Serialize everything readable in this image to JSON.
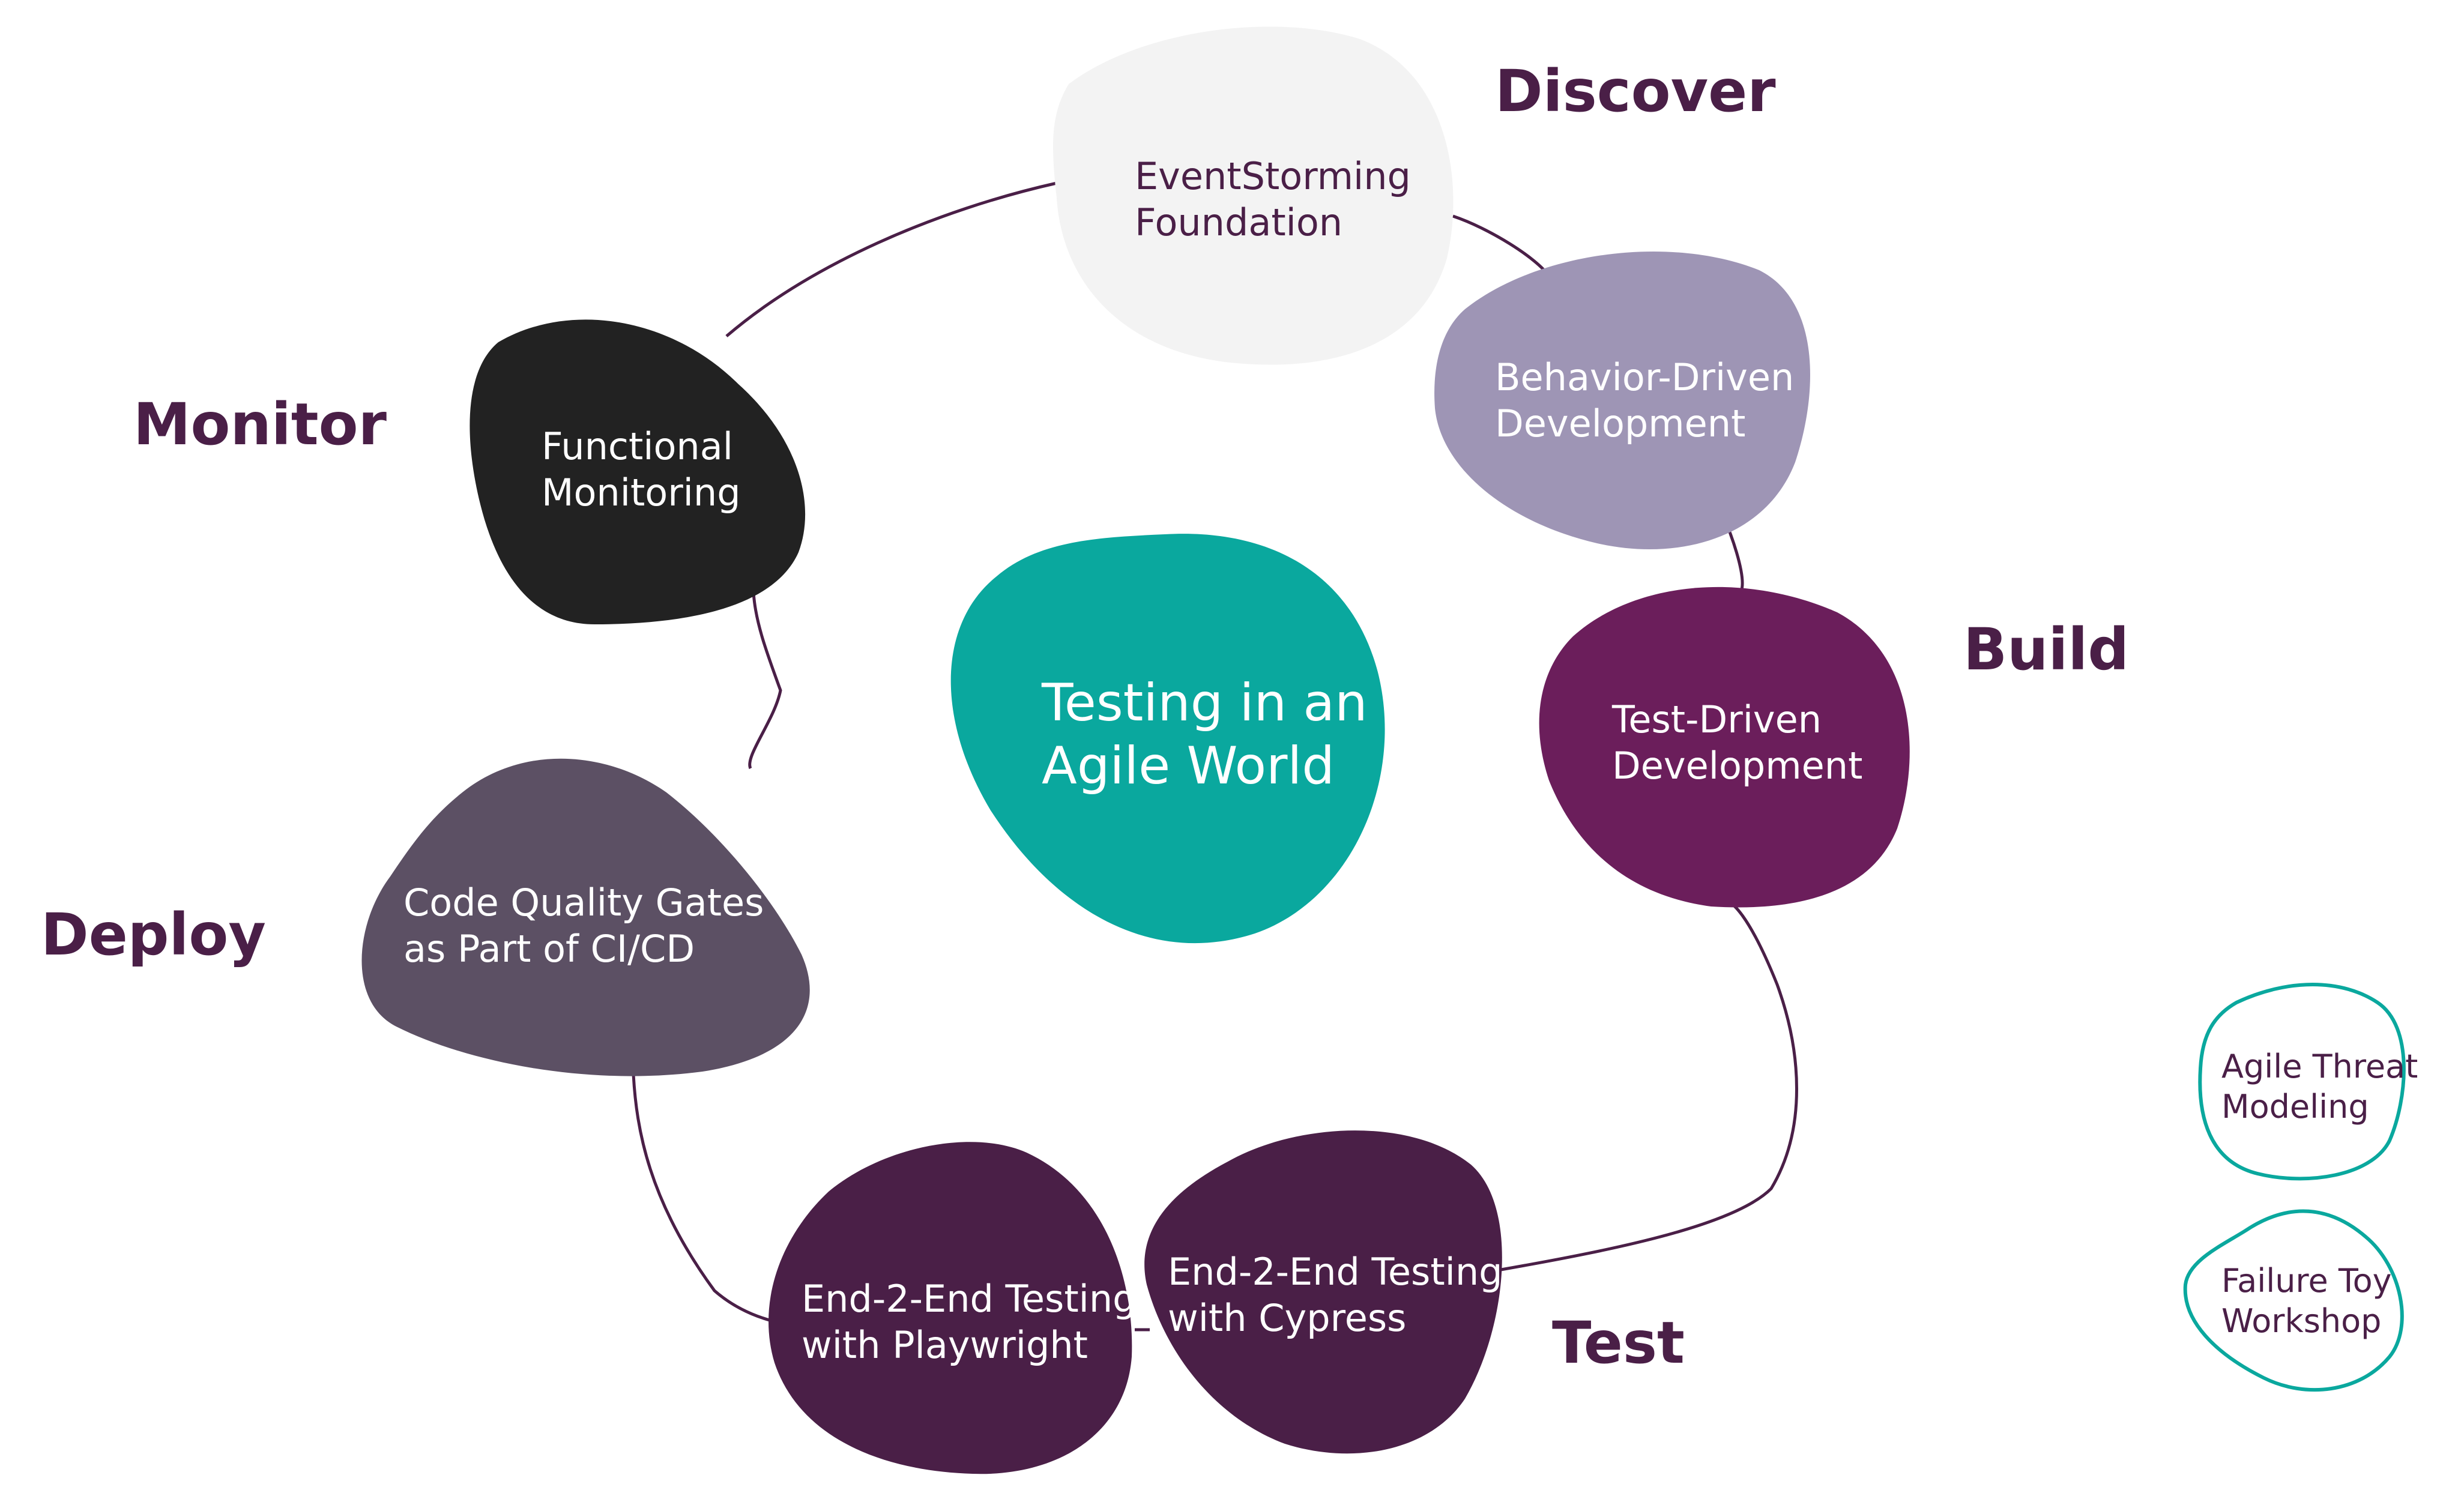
{
  "center": {
    "lines": [
      "Testing in an",
      "Agile World"
    ],
    "color": "#0aa89e",
    "text_color": "#ffffff"
  },
  "phases": {
    "discover": "Discover",
    "build": "Build",
    "test": "Test",
    "deploy": "Deploy",
    "monitor": "Monitor",
    "color": "#4a1f47"
  },
  "blobs": [
    {
      "id": "eventstorming",
      "lines": [
        "EventStorming",
        "Foundation"
      ],
      "fill": "#f3f3f3",
      "text_color": "#4a1f47"
    },
    {
      "id": "bdd",
      "lines": [
        "Behavior-Driven",
        "Development"
      ],
      "fill": "#9e95b5",
      "text_color": "#ffffff"
    },
    {
      "id": "tdd",
      "lines": [
        "Test-Driven",
        "Development"
      ],
      "fill": "#6b1e5b",
      "text_color": "#ffffff"
    },
    {
      "id": "cypress",
      "lines": [
        "End-2-End Testing",
        "with Cypress"
      ],
      "fill": "#4a1f47",
      "text_color": "#ffffff"
    },
    {
      "id": "playwright",
      "lines": [
        "End-2-End Testing",
        "with Playwright"
      ],
      "fill": "#4a1f47",
      "text_color": "#ffffff"
    },
    {
      "id": "quality-gates",
      "lines": [
        "Code Quality Gates",
        "as Part of CI/CD"
      ],
      "fill": "#5c5064",
      "text_color": "#ffffff"
    },
    {
      "id": "monitoring",
      "lines": [
        "Functional",
        "Monitoring"
      ],
      "fill": "#222222",
      "text_color": "#ffffff"
    }
  ],
  "extras": [
    {
      "id": "threat-modeling",
      "lines": [
        "Agile Threat",
        "Modeling"
      ],
      "stroke": "#0aa89e",
      "text_color": "#4a1f47"
    },
    {
      "id": "failure-toy",
      "lines": [
        "Failure Toy",
        "Workshop"
      ],
      "stroke": "#0aa89e",
      "text_color": "#4a1f47"
    }
  ],
  "cycle_line_color": "#4a1f47"
}
